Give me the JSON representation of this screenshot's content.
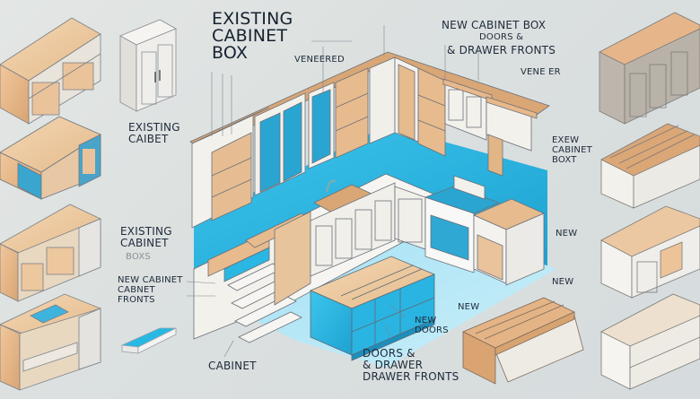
{
  "diagram": {
    "title": "Kitchen cabinet refacing illustration",
    "colors": {
      "background": "#dde2e2",
      "wood": "#e8b88a",
      "wood_dark": "#c98f5e",
      "accent_blue": "#2fb6e0",
      "cabinet_white": "#f3f2ee",
      "cabinet_grey": "#b8b2aa",
      "label_text": "#1e2a3a"
    },
    "labels": {
      "existing_cabinet_box": "EXISTING\nCABINET\nBOX",
      "veneered": "VENEERED",
      "new_cabinet_box_doors": "NEW  CABINET BOX",
      "doors_amp": "DOORS  &",
      "drawer_fronts_top": "& DRAWER FRONTS",
      "veneer_right": "VENE ER",
      "existing_caibet": "EXISTING\nCAIBET",
      "existing_cabinet_mid": "EXISTING\nCABINET",
      "faded_boxs": "BOXS",
      "new_cabinet_fronts": "NEW CABINET\nCABNET\nFRONTS",
      "cabinet_bottom": "CABINET",
      "exew_cabinet_boxt": "EXEW\nCABINET\nBOXT",
      "new_1": "NEW",
      "new_2": "NEW",
      "new_3": "NEW",
      "new_doors": "NEW\nDOORS",
      "doors_drawer_fronts": "DOORS &\n& DRAWER\nDRAWER FRONTS"
    },
    "illustrations": [
      "open-base-cabinet-wood",
      "wall-cabinet-white-doors",
      "base-cabinet-blue-fronts",
      "base-cabinet-drawer-door",
      "base-cabinet-open-drawers",
      "blue-drawer-front",
      "l-shaped-kitchen-layout",
      "kitchen-island-blue-drawers",
      "grey-base-cabinet-long",
      "cabinet-box-with-veneer-strips",
      "white-base-cabinet-open-top",
      "wood-top-drawer-unit",
      "white-dresser-unit"
    ]
  }
}
